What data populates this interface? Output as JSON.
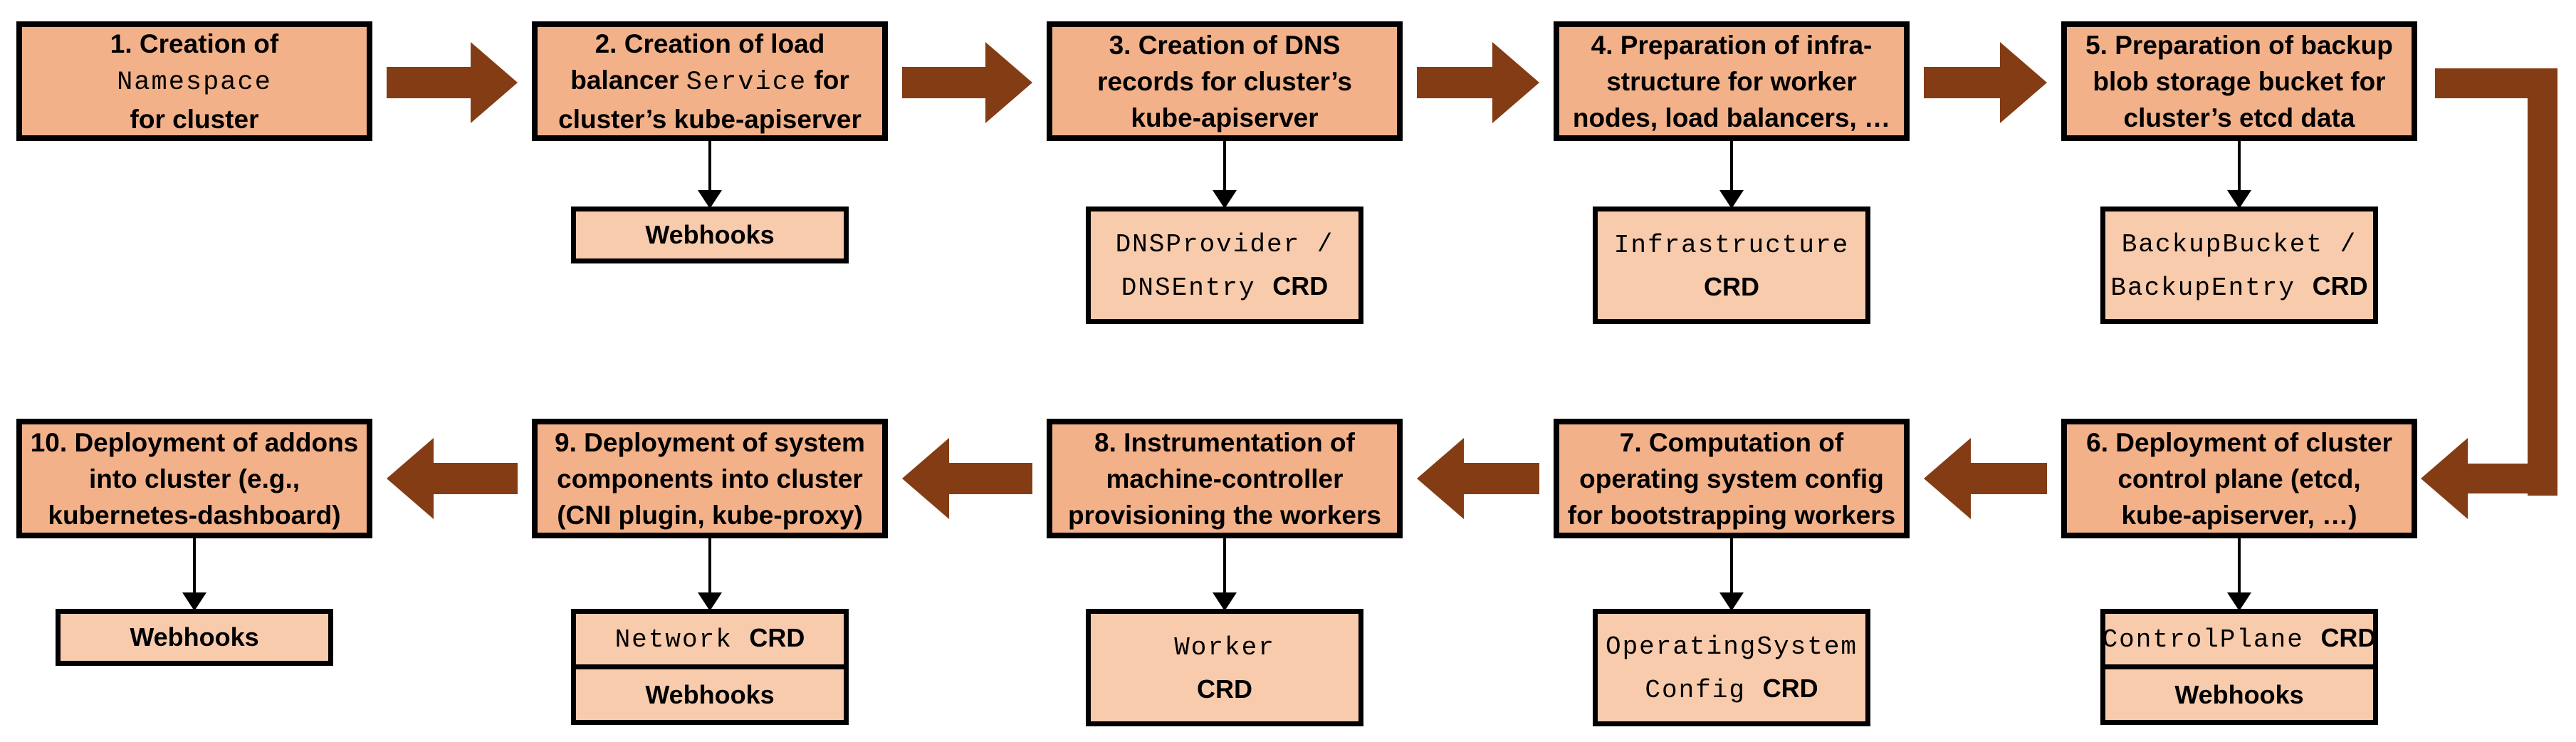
{
  "diagram": {
    "title": "Cluster creation flow",
    "type": "flowchart",
    "colors": {
      "step_fill": "#F2B189",
      "artifact_fill": "#F8CBAD",
      "box_border": "#000000",
      "flow_arrow": "#843C15",
      "connector_arrow": "#000000",
      "background": "#FFFFFF"
    },
    "rows": [
      {
        "direction": "left-to-right",
        "steps": [
          {
            "number": 1,
            "lines": [
              [
                {
                  "t": "1. Creation of",
                  "s": "bold"
                }
              ],
              [
                {
                  "t": "Namespace",
                  "s": "mono"
                }
              ],
              [
                {
                  "t": "for cluster",
                  "s": "bold"
                }
              ]
            ],
            "artifact": null
          },
          {
            "number": 2,
            "lines": [
              [
                {
                  "t": "2. Creation of load",
                  "s": "bold"
                }
              ],
              [
                {
                  "t": "balancer ",
                  "s": "bold"
                },
                {
                  "t": "Service",
                  "s": "mono"
                },
                {
                  "t": " for",
                  "s": "bold"
                }
              ],
              [
                {
                  "t": "cluster’s kube-apiserver",
                  "s": "bold"
                }
              ]
            ],
            "artifact": {
              "cells": [
                {
                  "lines": [
                    [
                      {
                        "t": "Webhooks",
                        "s": "bold"
                      }
                    ]
                  ]
                }
              ]
            }
          },
          {
            "number": 3,
            "lines": [
              [
                {
                  "t": "3. Creation of DNS",
                  "s": "bold"
                }
              ],
              [
                {
                  "t": "records for cluster’s",
                  "s": "bold"
                }
              ],
              [
                {
                  "t": "kube-apiserver",
                  "s": "bold"
                }
              ]
            ],
            "artifact": {
              "cells": [
                {
                  "lines": [
                    [
                      {
                        "t": "DNSProvider /",
                        "s": "mono"
                      }
                    ],
                    [
                      {
                        "t": "DNSEntry ",
                        "s": "mono"
                      },
                      {
                        "t": "CRD",
                        "s": "bold"
                      }
                    ]
                  ]
                }
              ]
            }
          },
          {
            "number": 4,
            "lines": [
              [
                {
                  "t": "4. Preparation of infra-",
                  "s": "bold"
                }
              ],
              [
                {
                  "t": "structure for worker",
                  "s": "bold"
                }
              ],
              [
                {
                  "t": "nodes, load balancers, …",
                  "s": "bold"
                }
              ]
            ],
            "artifact": {
              "cells": [
                {
                  "lines": [
                    [
                      {
                        "t": "Infrastructure",
                        "s": "mono"
                      }
                    ],
                    [
                      {
                        "t": "CRD",
                        "s": "bold"
                      }
                    ]
                  ]
                }
              ]
            }
          },
          {
            "number": 5,
            "lines": [
              [
                {
                  "t": "5. Preparation of backup",
                  "s": "bold"
                }
              ],
              [
                {
                  "t": "blob storage bucket for",
                  "s": "bold"
                }
              ],
              [
                {
                  "t": "cluster’s etcd data",
                  "s": "bold"
                }
              ]
            ],
            "artifact": {
              "cells": [
                {
                  "lines": [
                    [
                      {
                        "t": "BackupBucket /",
                        "s": "mono"
                      }
                    ],
                    [
                      {
                        "t": "BackupEntry ",
                        "s": "mono"
                      },
                      {
                        "t": "CRD",
                        "s": "bold"
                      }
                    ]
                  ]
                }
              ]
            }
          }
        ]
      },
      {
        "direction": "right-to-left",
        "steps": [
          {
            "number": 6,
            "lines": [
              [
                {
                  "t": "6. Deployment of cluster",
                  "s": "bold"
                }
              ],
              [
                {
                  "t": "control plane (etcd,",
                  "s": "bold"
                }
              ],
              [
                {
                  "t": "kube-apiserver, …)",
                  "s": "bold"
                }
              ]
            ],
            "artifact": {
              "cells": [
                {
                  "lines": [
                    [
                      {
                        "t": "ControlPlane ",
                        "s": "mono"
                      },
                      {
                        "t": "CRD",
                        "s": "bold"
                      }
                    ]
                  ]
                },
                {
                  "lines": [
                    [
                      {
                        "t": "Webhooks",
                        "s": "bold"
                      }
                    ]
                  ]
                }
              ]
            }
          },
          {
            "number": 7,
            "lines": [
              [
                {
                  "t": "7. Computation of",
                  "s": "bold"
                }
              ],
              [
                {
                  "t": "operating system config",
                  "s": "bold"
                }
              ],
              [
                {
                  "t": "for bootstrapping workers",
                  "s": "bold"
                }
              ]
            ],
            "artifact": {
              "cells": [
                {
                  "lines": [
                    [
                      {
                        "t": "OperatingSystem",
                        "s": "mono"
                      }
                    ],
                    [
                      {
                        "t": "Config ",
                        "s": "mono"
                      },
                      {
                        "t": "CRD",
                        "s": "bold"
                      }
                    ]
                  ]
                }
              ]
            }
          },
          {
            "number": 8,
            "lines": [
              [
                {
                  "t": "8. Instrumentation of",
                  "s": "bold"
                }
              ],
              [
                {
                  "t": "machine-controller",
                  "s": "bold"
                }
              ],
              [
                {
                  "t": "provisioning the workers",
                  "s": "bold"
                }
              ]
            ],
            "artifact": {
              "cells": [
                {
                  "lines": [
                    [
                      {
                        "t": "Worker",
                        "s": "mono"
                      }
                    ],
                    [
                      {
                        "t": "CRD",
                        "s": "bold"
                      }
                    ]
                  ]
                }
              ]
            }
          },
          {
            "number": 9,
            "lines": [
              [
                {
                  "t": "9. Deployment of system",
                  "s": "bold"
                }
              ],
              [
                {
                  "t": "components into cluster",
                  "s": "bold"
                }
              ],
              [
                {
                  "t": "(CNI plugin, kube-proxy)",
                  "s": "bold"
                }
              ]
            ],
            "artifact": {
              "cells": [
                {
                  "lines": [
                    [
                      {
                        "t": "Network ",
                        "s": "mono"
                      },
                      {
                        "t": "CRD",
                        "s": "bold"
                      }
                    ]
                  ]
                },
                {
                  "lines": [
                    [
                      {
                        "t": "Webhooks",
                        "s": "bold"
                      }
                    ]
                  ]
                }
              ]
            }
          },
          {
            "number": 10,
            "lines": [
              [
                {
                  "t": "10. Deployment of addons",
                  "s": "bold"
                }
              ],
              [
                {
                  "t": "into cluster (e.g.,",
                  "s": "bold"
                }
              ],
              [
                {
                  "t": "kubernetes-dashboard)",
                  "s": "bold"
                }
              ]
            ],
            "artifact": {
              "cells": [
                {
                  "lines": [
                    [
                      {
                        "t": "Webhooks",
                        "s": "bold"
                      }
                    ]
                  ]
                }
              ]
            }
          }
        ]
      }
    ],
    "connector": {
      "description": "elbow arrow from step 5 down into step 6",
      "shape": "down-then-left"
    }
  }
}
